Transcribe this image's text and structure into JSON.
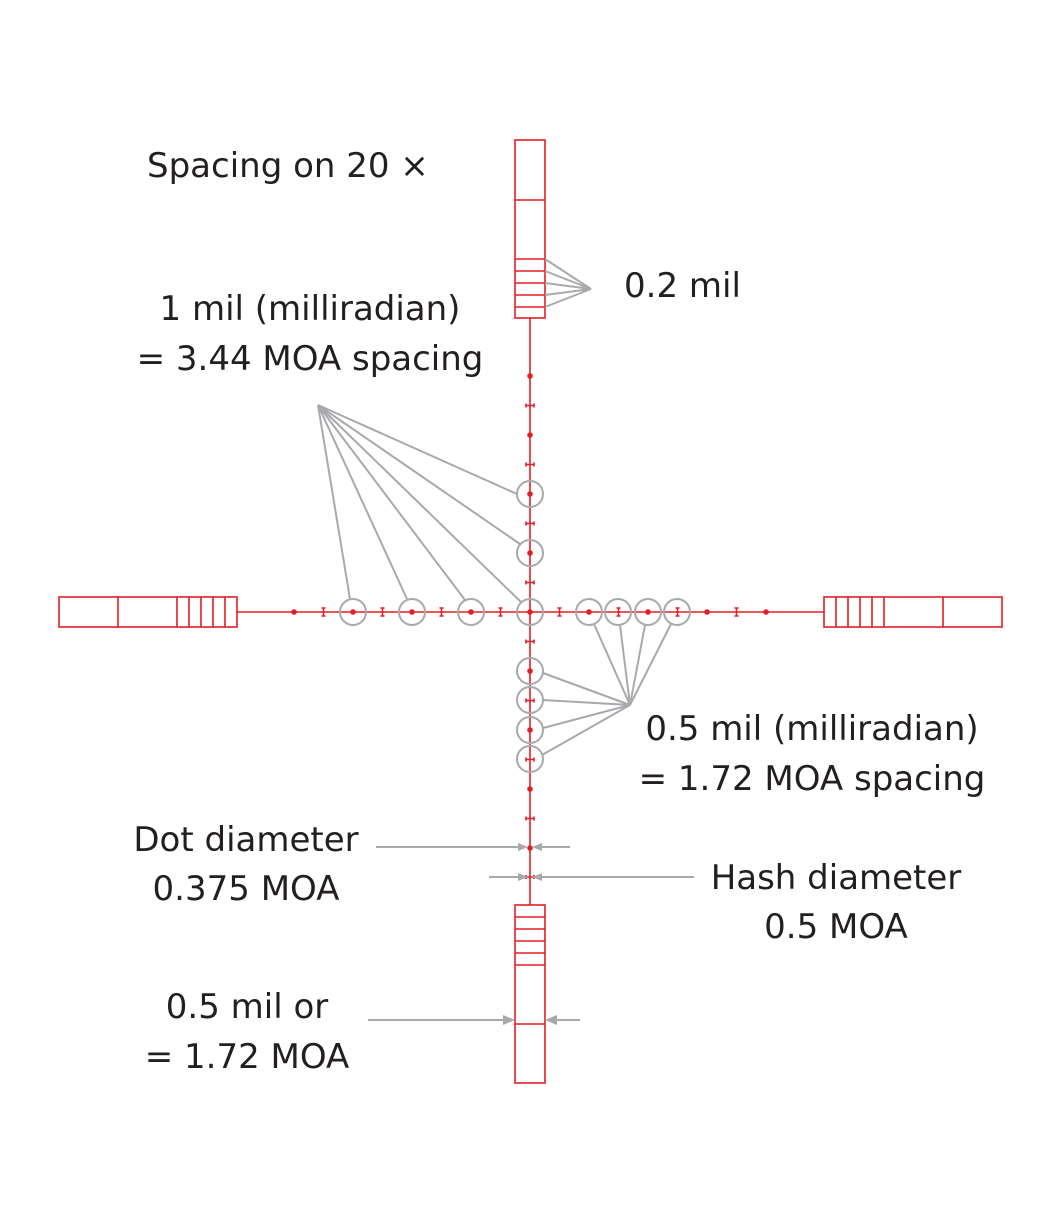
{
  "colors": {
    "reticle": "#e31e24",
    "leader": "#a7a9ac",
    "text": "#231f20",
    "background": "#ffffff"
  },
  "labels": {
    "title": "Spacing on 20 ×",
    "small_hash": "0.2 mil",
    "mil_line1": "1 mil (milliradian)",
    "mil_line2": "= 3.44 MOA spacing",
    "half_mil_line1": "0.5 mil (milliradian)",
    "half_mil_line2": "= 1.72 MOA spacing",
    "dot_line1": "Dot diameter",
    "dot_line2": "0.375 MOA",
    "hash_line1": "Hash diameter",
    "hash_line2": "0.5 MOA",
    "post_line1": "0.5 mil or",
    "post_line2": "= 1.72 MOA"
  }
}
